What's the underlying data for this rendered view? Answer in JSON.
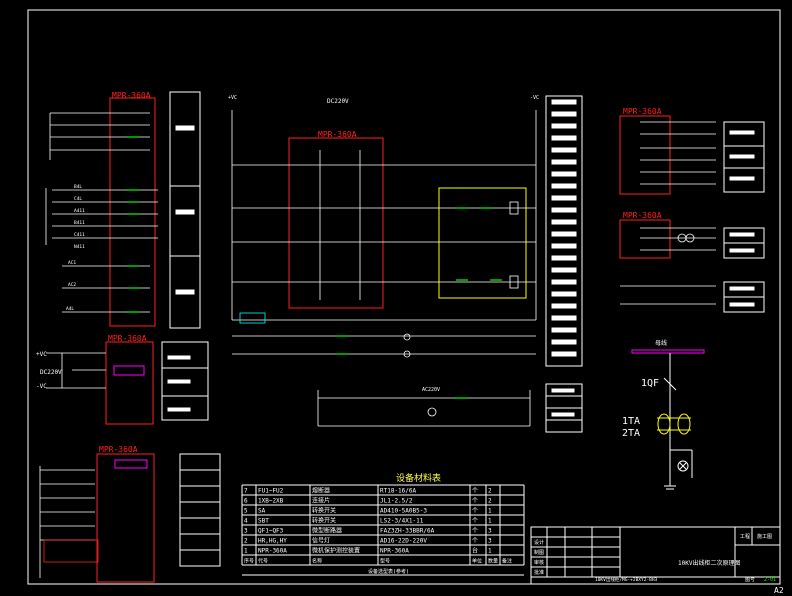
{
  "sheet_size": "A2",
  "relay_model": "MPR-360A",
  "supply_label": "DC220V",
  "dc_plus": "+VC",
  "dc_minus": "-VC",
  "heater_supply": "AC220V",
  "control_supply": "DC220V",
  "breaker_label": "1QF",
  "ct_label_1": "1TA",
  "ct_label_2": "2TA",
  "busbar_label": "母线",
  "table": {
    "title": "设备材料表",
    "rows": [
      {
        "no": "7",
        "code": "FU1~FU2",
        "name": "熔断器",
        "model": "RT18-16/6A",
        "unit": "个",
        "qty": "2"
      },
      {
        "no": "6",
        "code": "1XB~2XB",
        "name": "连接片",
        "model": "JL1-2.5/2",
        "unit": "个",
        "qty": "2"
      },
      {
        "no": "5",
        "code": "SA",
        "name": "转换开关",
        "model": "AD410-5A0B5-3",
        "unit": "个",
        "qty": "1"
      },
      {
        "no": "4",
        "code": "SBT",
        "name": "转换开关",
        "model": "LS2-3/4X1-11",
        "unit": "个",
        "qty": "1"
      },
      {
        "no": "3",
        "code": "QF1~QF3",
        "name": "微型断路器",
        "model": "FAZ3ZH-33BBR/6A",
        "unit": "个",
        "qty": "3"
      },
      {
        "no": "2",
        "code": "HR,HG,HY",
        "name": "信号灯",
        "model": "AD16-22D-220V",
        "unit": "个",
        "qty": "3"
      },
      {
        "no": "1",
        "code": "NPR-360A",
        "name": "微机保护测控装置",
        "model": "NPR-360A",
        "unit": "台",
        "qty": "1"
      }
    ],
    "header": {
      "no": "序号",
      "code": "代号",
      "name": "名称",
      "model": "型号",
      "unit": "单位",
      "qty": "数量",
      "note": "备注"
    },
    "footer": "设备选型表(参考)"
  },
  "title_block": {
    "drawing_title": "10KV出线柜二次原理图",
    "project": "工程",
    "stage": "施工图",
    "drawing_no_label": "图号",
    "drawing_no": "2-01",
    "scale_label": "图号",
    "doc_ref": "10KV出线柜/MG-+2BXY2-BH3",
    "rows": [
      "设计",
      "制图",
      "审核",
      "批准"
    ]
  },
  "left_signals": [
    "AC1",
    "AC2",
    "A4L",
    "B4L",
    "C4L",
    "A411",
    "B411",
    "C411",
    "N411"
  ],
  "colors": {
    "bg": "#000000",
    "line": "#ffffff",
    "relay": "#ff0000",
    "yellow": "#ffff00",
    "green": "#00ff00",
    "magenta": "#ff00ff",
    "cyan": "#00ffff"
  }
}
